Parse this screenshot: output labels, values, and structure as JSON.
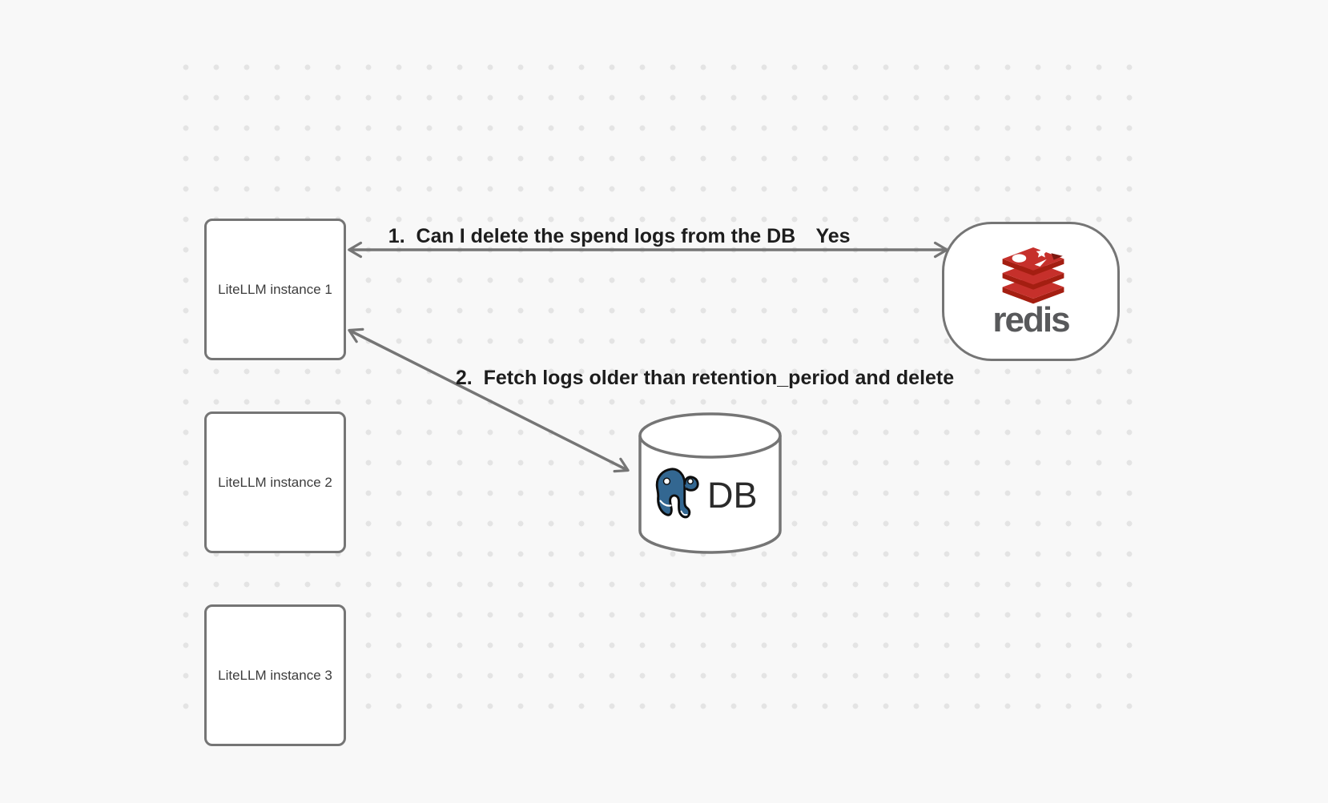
{
  "canvas": {
    "background_color": "#f8f8f8",
    "dot_color": "#e4e4e4"
  },
  "nodes": {
    "instance1": {
      "label": "LiteLLM instance 1"
    },
    "instance2": {
      "label": "LiteLLM instance 2"
    },
    "instance3": {
      "label": "LiteLLM instance 3"
    },
    "redis": {
      "wordmark": "redis",
      "icon": "redis-logo",
      "wordmark_color": "#58595b",
      "logo_red": "#c6302b",
      "logo_dark_red": "#a41e11"
    },
    "db": {
      "label": "DB",
      "icon": "postgresql-logo",
      "elephant_blue": "#336791"
    }
  },
  "edges": {
    "edge1": {
      "label": "1.  Can I delete the spend logs from the DB",
      "response": "Yes",
      "from": "redis",
      "to": "instance1"
    },
    "edge2": {
      "label": "2.  Fetch logs older than retention_period and delete",
      "from": "instance1",
      "to": "db"
    }
  },
  "style": {
    "stroke_color": "#757575",
    "label_color": "#1d1d1d"
  }
}
